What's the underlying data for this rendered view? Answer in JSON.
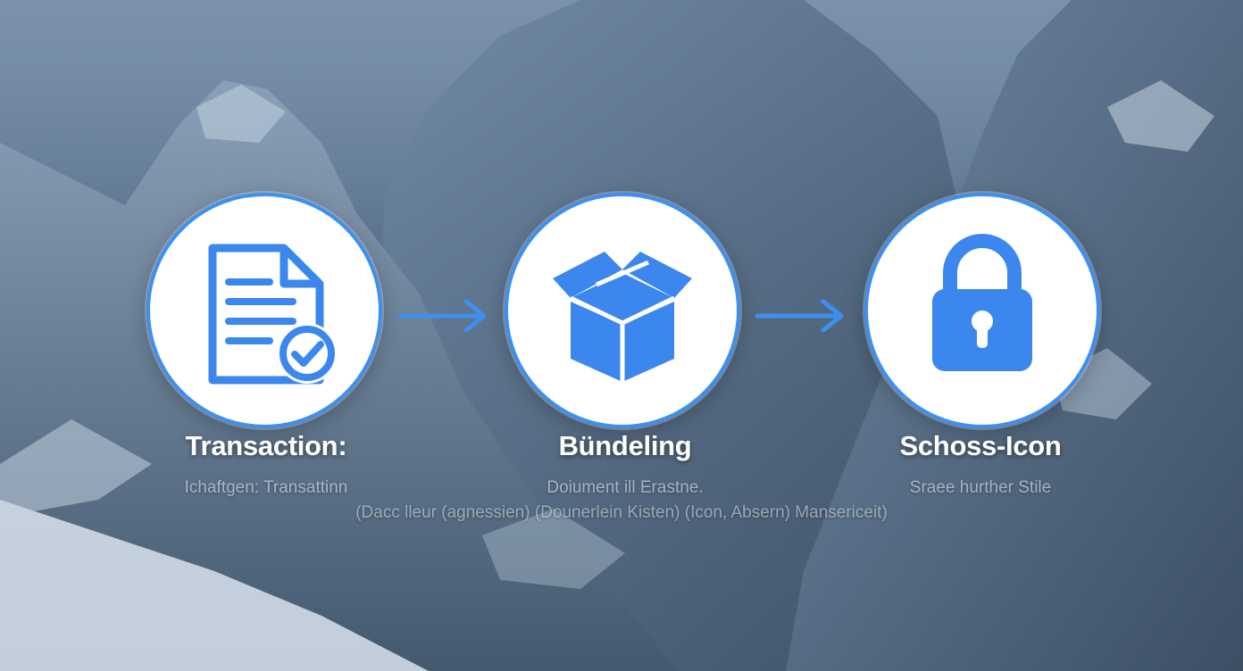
{
  "colors": {
    "accent": "#3d8ff0",
    "icon": "#3b87ee",
    "circle_fill": "#ffffff",
    "title_text": "#ffffff",
    "background": "#5b7189"
  },
  "steps": [
    {
      "title": "Transaction:",
      "subtitle": "Ichaftgen: Transattinn",
      "icon": "document-check-icon"
    },
    {
      "title": "Bündeling",
      "subtitle": "Doiument ill Erastne.",
      "icon": "open-box-icon"
    },
    {
      "title": "Schoss-Icon",
      "subtitle": "Sraee hurther Stile",
      "icon": "padlock-icon"
    }
  ],
  "caption_line": "(Dacc lleur (agnessien) (Dounerlein Kisten) (Icon, Absern) Mansericeit)",
  "connectors": [
    "arrow-right-icon",
    "arrow-right-icon"
  ]
}
